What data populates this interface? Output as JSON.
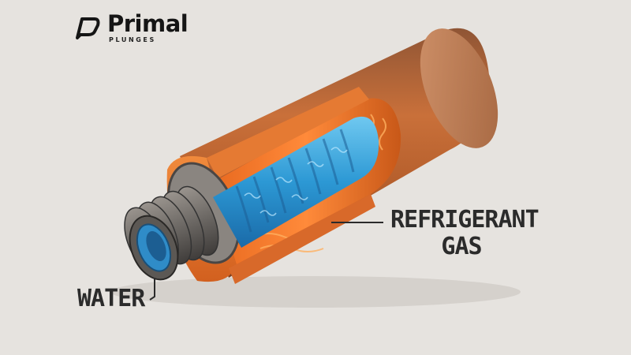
{
  "brand": {
    "name": "Primal",
    "subtitle": "PLUNGES",
    "logo_icon": "primal-plunges-logo-icon"
  },
  "labels": {
    "refrigerant_line1": "REFRIGERANT",
    "refrigerant_line2": "GAS",
    "water": "WATER"
  },
  "colors": {
    "background": "#e6e3df",
    "copper_outer": "#c2672a",
    "copper_cut": "#e8752c",
    "refrigerant_glow": "#ff7a2a",
    "water_blue": "#2f9fd8",
    "steel_tube": "#6e6a66",
    "text": "#2b2b2b"
  }
}
